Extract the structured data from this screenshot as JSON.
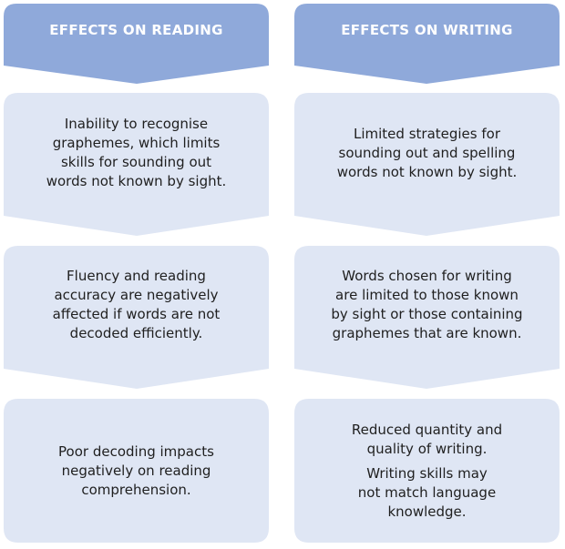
{
  "colors": {
    "header": "#8fa9da",
    "card": "#dfe6f4",
    "header_text": "#ffffff",
    "body_text": "#1f1f1f"
  },
  "reading": {
    "heading": "EFFECTS ON READING",
    "card1": [
      "Inability to recognise",
      "graphemes, which limits",
      "skills for sounding out",
      "words not known by sight."
    ],
    "card2": [
      "Fluency and reading",
      "accuracy are negatively",
      "affected if words are not",
      "decoded efficiently."
    ],
    "card3": [
      "Poor decoding impacts",
      "negatively on reading",
      "comprehension."
    ]
  },
  "writing": {
    "heading": "EFFECTS ON WRITING",
    "card1": [
      "Limited strategies for",
      "sounding out and spelling",
      "words not known by sight."
    ],
    "card2": [
      "Words chosen for writing",
      "are limited to those known",
      "by sight or those containing",
      "graphemes that are known."
    ],
    "card3a": [
      "Reduced quantity and",
      "quality of writing."
    ],
    "card3b": [
      "Writing skills may",
      "not match language",
      "knowledge."
    ]
  }
}
